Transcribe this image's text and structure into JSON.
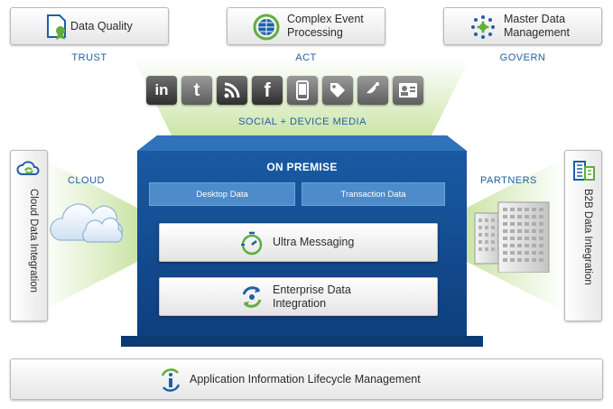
{
  "top_cards": [
    {
      "label": "Data Quality",
      "sub": "TRUST",
      "icon": "data-quality-icon"
    },
    {
      "label": "Complex Event Processing",
      "sub": "ACT",
      "icon": "globe-icon"
    },
    {
      "label": "Master Data Management",
      "sub": "GOVERN",
      "icon": "network-dots-icon"
    }
  ],
  "social": {
    "label": "SOCIAL + DEVICE MEDIA",
    "tiles": [
      {
        "icon": "linkedin-icon",
        "glyph": "in"
      },
      {
        "icon": "twitter-icon",
        "glyph": "t"
      },
      {
        "icon": "rss-icon",
        "glyph": ""
      },
      {
        "icon": "facebook-icon",
        "glyph": "f"
      },
      {
        "icon": "mobile-phone-icon",
        "glyph": ""
      },
      {
        "icon": "tag-icon",
        "glyph": ""
      },
      {
        "icon": "satellite-icon",
        "glyph": ""
      },
      {
        "icon": "contact-card-icon",
        "glyph": ""
      }
    ]
  },
  "left": {
    "card_label": "Cloud Data Integration",
    "beam_label": "CLOUD"
  },
  "right": {
    "card_label": "B2B Data Integration",
    "beam_label": "PARTNERS"
  },
  "on_premise": {
    "title": "ON PREMISE",
    "data_boxes": [
      "Desktop Data",
      "Transaction Data"
    ],
    "ultra_messaging": "Ultra Messaging",
    "enterprise_line1": "Enterprise Data",
    "enterprise_line2": "Integration"
  },
  "bottom": {
    "label": "Application Information Lifecycle Management"
  },
  "colors": {
    "brand_blue": "#1a5aa3",
    "label_blue": "#1f5fa6",
    "accent_green": "#5fae3c",
    "beam_green": "#c9e3a4"
  }
}
